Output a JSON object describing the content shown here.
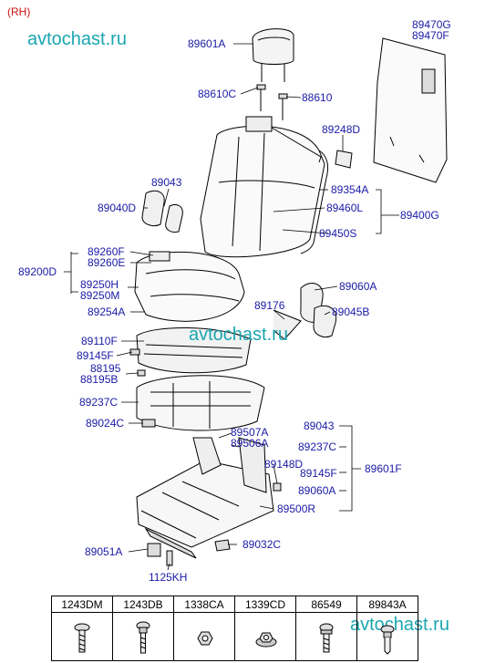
{
  "side": "(RH)",
  "watermark": "avtochast.ru",
  "labels": {
    "l89470g": "89470G",
    "l89470f": "89470F",
    "l89601a": "89601A",
    "l88610c": "88610C",
    "l88610": "88610",
    "l89248d": "89248D",
    "l89043a": "89043",
    "l89040d": "89040D",
    "l89354a": "89354A",
    "l89460l": "89460L",
    "l89400g": "89400G",
    "l89450s": "89450S",
    "l89260f": "89260F",
    "l89260e": "89260E",
    "l89200d": "89200D",
    "l89250h": "89250H",
    "l89250m": "89250M",
    "l89254a": "89254A",
    "l89060a1": "89060A",
    "l89176": "89176",
    "l89045b": "89045B",
    "l89110f": "89110F",
    "l89145f1": "89145F",
    "l88195": "88195",
    "l88195b": "88195B",
    "l89237c1": "89237C",
    "l89024c": "89024C",
    "l89507a": "89507A",
    "l89506a": "89506A",
    "l89043b": "89043",
    "l89237c2": "89237C",
    "l89148d": "89148D",
    "l89145f2": "89145F",
    "l89601f": "89601F",
    "l89060a2": "89060A",
    "l89500r": "89500R",
    "l89051a": "89051A",
    "l89032c": "89032C",
    "l1125kh": "1125KH"
  },
  "parts_table": [
    "1243DM",
    "1243DB",
    "1338CA",
    "1339CD",
    "86549",
    "89843A"
  ],
  "icons": [
    "bolt-icon",
    "screw-icon",
    "nut-icon",
    "flange-nut-icon",
    "bolt-icon",
    "clip-icon"
  ]
}
